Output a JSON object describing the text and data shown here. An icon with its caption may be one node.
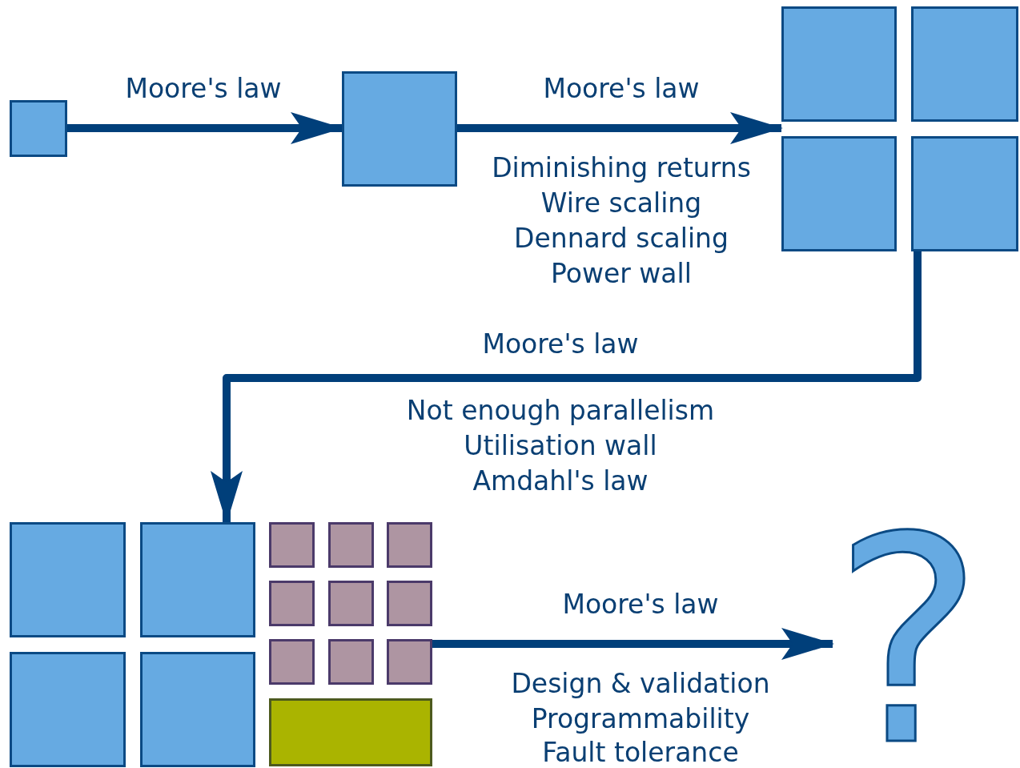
{
  "diagram": {
    "nodes": [
      {
        "text": [],
        "shape": "box"
      },
      {
        "text": [],
        "shape": "box"
      },
      {
        "text": [],
        "shape": "box"
      },
      {
        "text": [],
        "shape": "box"
      },
      {
        "text": [],
        "shape": "box"
      },
      {
        "text": [],
        "shape": "box"
      },
      {
        "text": [],
        "shape": "box"
      },
      {
        "text": [],
        "shape": "box"
      },
      {
        "text": [],
        "shape": "box"
      },
      {
        "text": [],
        "shape": "box"
      },
      {
        "text": [],
        "shape": "box"
      },
      {
        "text": [],
        "shape": "box"
      },
      {
        "text": [],
        "shape": "box"
      },
      {
        "text": [],
        "shape": "box"
      },
      {
        "text": [],
        "shape": "box"
      },
      {
        "text": [],
        "shape": "box"
      },
      {
        "text": [],
        "shape": "box"
      },
      {
        "text": [],
        "shape": "box"
      },
      {
        "text": [],
        "shape": "box"
      },
      {
        "text": [],
        "shape": "box"
      },
      {
        "text": [
          "?"
        ]
      }
    ],
    "edges": [
      {
        "from": 0,
        "to": 1,
        "arrow": "to",
        "label": "Moore's law"
      },
      {
        "from": 1,
        "to": 2,
        "arrow": "to",
        "label": "Moore's law"
      },
      {
        "from": 5,
        "to": 7,
        "arrow": "to",
        "label": "Moore's law"
      },
      {
        "from": 18,
        "to": 20,
        "arrow": "to",
        "label": "Moore's law"
      }
    ],
    "labels": [
      "Diminishing returns",
      "Wire scaling",
      "Dennard scaling",
      "Power wall",
      "Not enough parallelism",
      "Utilisation wall",
      "Amdahl's law",
      "Design & validation",
      "Programmability",
      "Fault tolerance"
    ]
  }
}
